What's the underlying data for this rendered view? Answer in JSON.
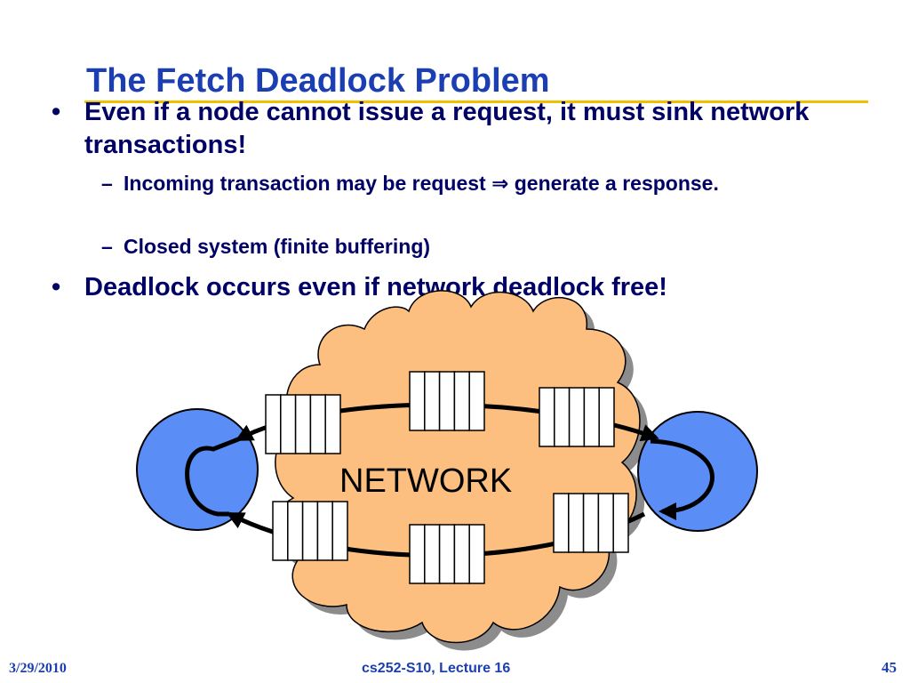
{
  "slide": {
    "title": "The Fetch Deadlock Problem",
    "bullets": [
      {
        "marker": "•",
        "text": "Even if a node cannot issue a request, it must sink network transactions!",
        "subbullets": [
          {
            "marker": "–",
            "text": "Incoming transaction may be request ⇒ generate a response."
          },
          {
            "marker": "–",
            "text": "Closed system (finite buffering)"
          }
        ]
      },
      {
        "marker": "•",
        "text": "Deadlock occurs even if network deadlock free!"
      }
    ]
  },
  "diagram": {
    "network_label": "NETWORK",
    "colors": {
      "cloud_fill": "#fcbf80",
      "cloud_shadow": "#8c8c8c",
      "node_fill": "#5b8df7",
      "buffer_fill": "#ffffff",
      "stroke": "#000000"
    }
  },
  "footer": {
    "date": "3/29/2010",
    "course": "cs252-S10, Lecture 16",
    "page": "45"
  }
}
